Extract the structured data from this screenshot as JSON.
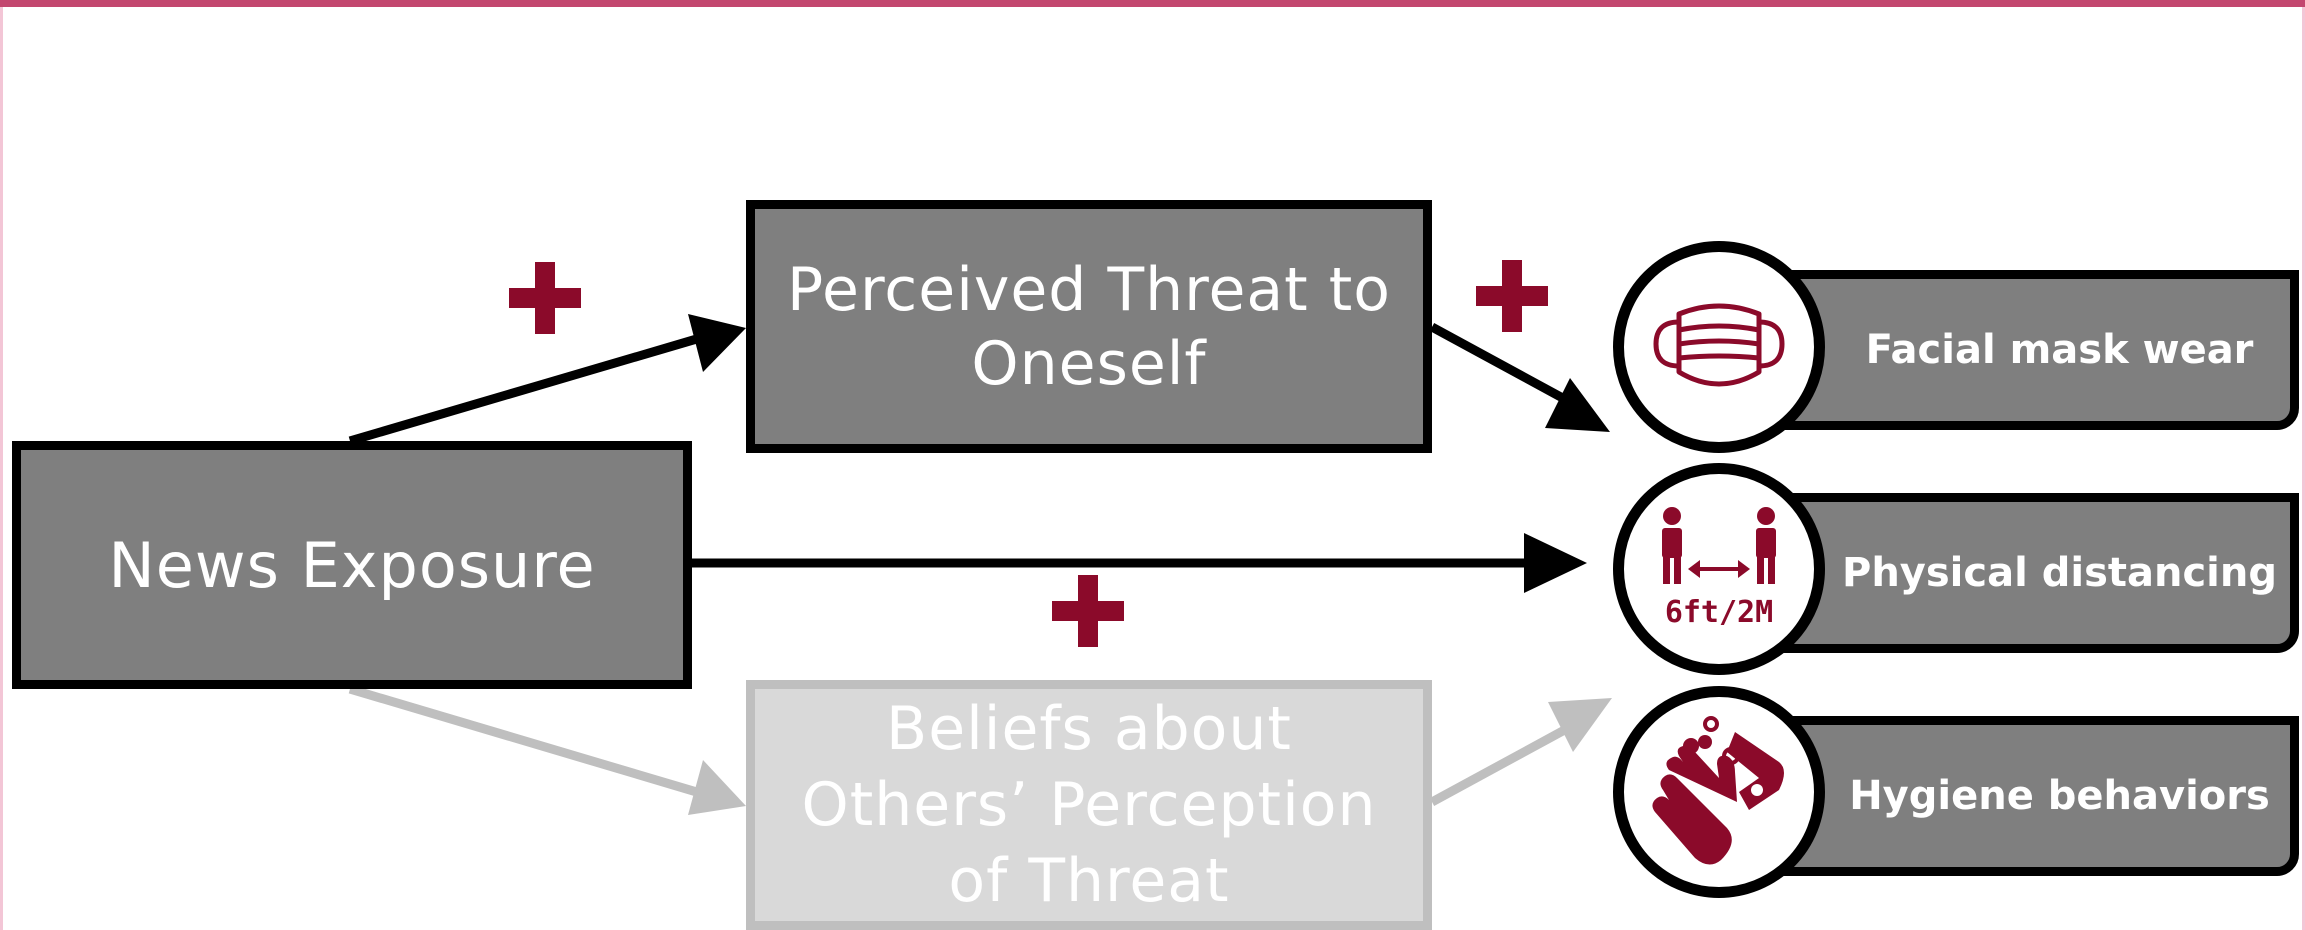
{
  "diagram": {
    "nodes": {
      "news": "News Exposure",
      "threat": [
        "Perceived Threat to",
        "Oneself"
      ],
      "beliefs": [
        "Beliefs about",
        "Others’ Perception",
        "of Threat"
      ]
    },
    "outcomes": [
      "Facial mask wear",
      "Physical distancing",
      "Hygiene behaviors"
    ],
    "distance_label": "6ft/2M",
    "plus_sign": "+",
    "colors": {
      "accent": "#8b0a2a",
      "box_dark": "#7f7f7f",
      "box_light": "#d9d9d9",
      "arrow_dark": "#000000",
      "arrow_light": "#bfbfbf",
      "top_bar": "#c3476f"
    },
    "icons": [
      "face-mask-icon",
      "social-distancing-icon",
      "hand-washing-icon",
      "plus-icon"
    ]
  }
}
